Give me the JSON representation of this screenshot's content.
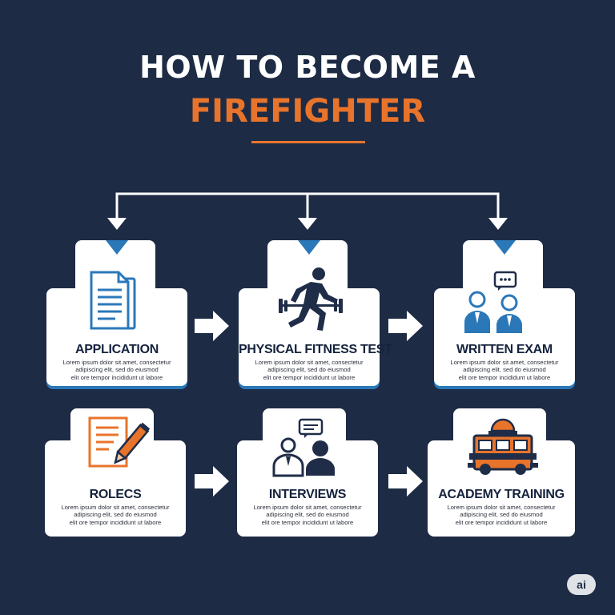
{
  "title": {
    "line1": "HOW TO BECOME A",
    "line2": "FIREFIGHTER"
  },
  "colors": {
    "background": "#1d2b45",
    "accent": "#e8742c",
    "step_blue": "#2b78b9",
    "card": "#ffffff"
  },
  "steps": [
    {
      "label": "APPLICATION",
      "icon": "document-icon",
      "description": [
        "Lorem ipsum dolor sit amet, consectetur",
        "adipiscing elit, sed do eiusmod",
        "elit ore tempor incididunt ut labore"
      ]
    },
    {
      "label": "PHYSICAL FITNESS TEST",
      "icon": "runner-barbell-icon",
      "description": [
        "Lorem ipsum dolor sit amet, consectetur",
        "adipiscing elit, sed do eiusmod",
        "elit ore tempor incididunt ut labore"
      ]
    },
    {
      "label": "WRITTEN EXAM",
      "icon": "two-people-chat-icon",
      "description": [
        "Lorem ipsum dolor sit amet, consectetur",
        "adipiscing elit, sed do eiusmod",
        "elit ore tempor incididunt ut labore"
      ]
    },
    {
      "label": "ROLECS",
      "icon": "paper-pencil-icon",
      "description": [
        "Lorem ipsum dolor sit amet, consectetur",
        "adipiscing elit, sed do eiusmod",
        "elit ore tempor incididunt ut labore"
      ]
    },
    {
      "label": "INTERVIEWS",
      "icon": "two-people-speech-icon",
      "description": [
        "Lorem ipsum dolor sit amet, consectetur",
        "adipiscing elit, sed do eiusmod",
        "elit ore tempor incididunt ut labore"
      ]
    },
    {
      "label": "ACADEMY TRAINING",
      "icon": "fire-truck-icon",
      "description": [
        "Lorem ipsum dolor sit amet, consectetur",
        "adipiscing elit, sed do eiusmod",
        "elit ore tempor incididunt ut labore"
      ]
    }
  ],
  "badge": "ai"
}
